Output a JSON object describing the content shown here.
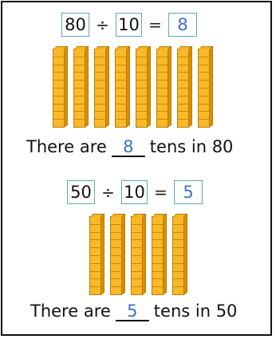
{
  "problem1": {
    "dividend": "80",
    "divide_symbol": "÷",
    "divisor": "10",
    "equals_symbol": "=",
    "answer": "8",
    "rods": 8,
    "sentence_prefix": "There are",
    "sentence_answer": "8",
    "sentence_suffix": "tens in 80"
  },
  "problem2": {
    "dividend": "50",
    "divide_symbol": "÷",
    "divisor": "10",
    "equals_symbol": "=",
    "answer": "5",
    "rods": 5,
    "sentence_prefix": "There are",
    "sentence_answer": "5",
    "sentence_suffix": "tens in 50"
  },
  "colors": {
    "box_border": "#5fa8b3",
    "answer_text": "#3e6fc4",
    "cube_fill": "#fbb829",
    "cube_edge": "#c98a08"
  }
}
